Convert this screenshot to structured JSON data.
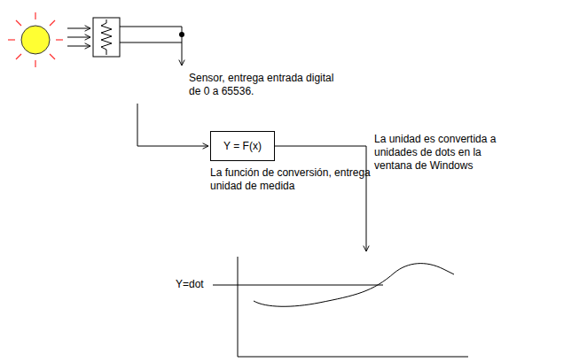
{
  "diagram": {
    "nodes": [
      {
        "text": [
          "Y = F(x)"
        ]
      }
    ],
    "labels": [
      "Sensor, entrega entrada digital de 0 a 65536.",
      "La función de conversión, entrega unidad de medida",
      "La unidad es convertida a unidades de dots en la ventana de Windows",
      "Y=dot"
    ]
  }
}
